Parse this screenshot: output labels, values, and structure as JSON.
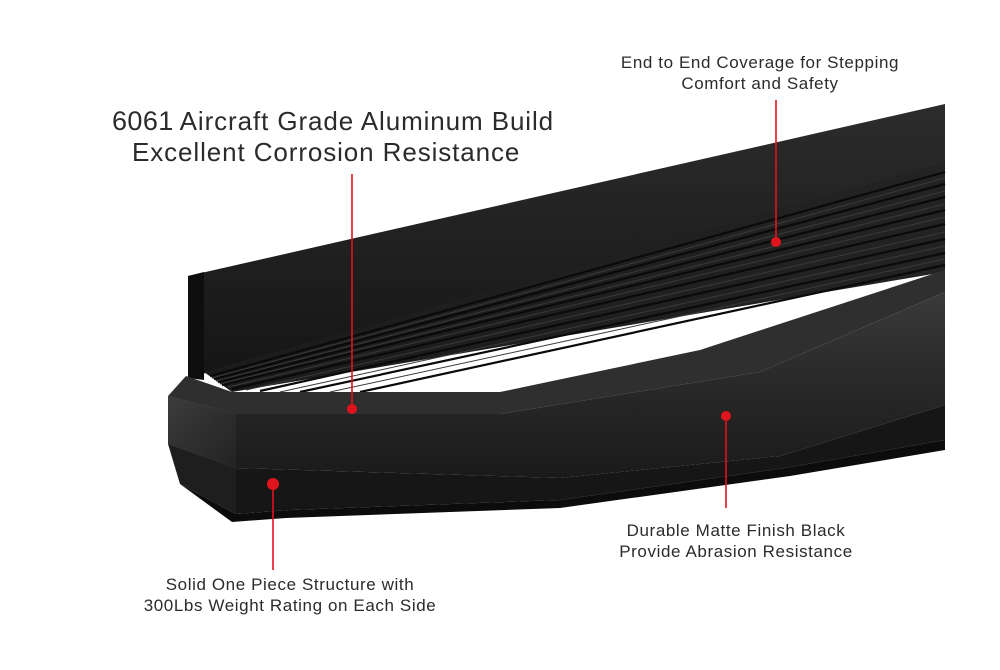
{
  "callouts": {
    "top_left": {
      "number": "6061",
      "line1_rest": "Aircraft Grade Aluminum Build",
      "line2": "Excellent Corrosion Resistance"
    },
    "top_right": {
      "line1": "End to End Coverage for Stepping",
      "line2": "Comfort and Safety"
    },
    "bottom_right": {
      "line1": "Durable Matte Finish Black",
      "line2": "Provide Abrasion Resistance"
    },
    "bottom_left": {
      "line1": "Solid One Piece Structure with",
      "line2": "300Lbs Weight Rating on Each Side"
    }
  },
  "colors": {
    "background": "#ffffff",
    "product": "#1f1f1f",
    "accent_red": "#e0141c",
    "text": "#2b2b2b"
  },
  "image": {
    "subject": "matte black aluminum running board with ribbed step surface and vertical back flange"
  }
}
